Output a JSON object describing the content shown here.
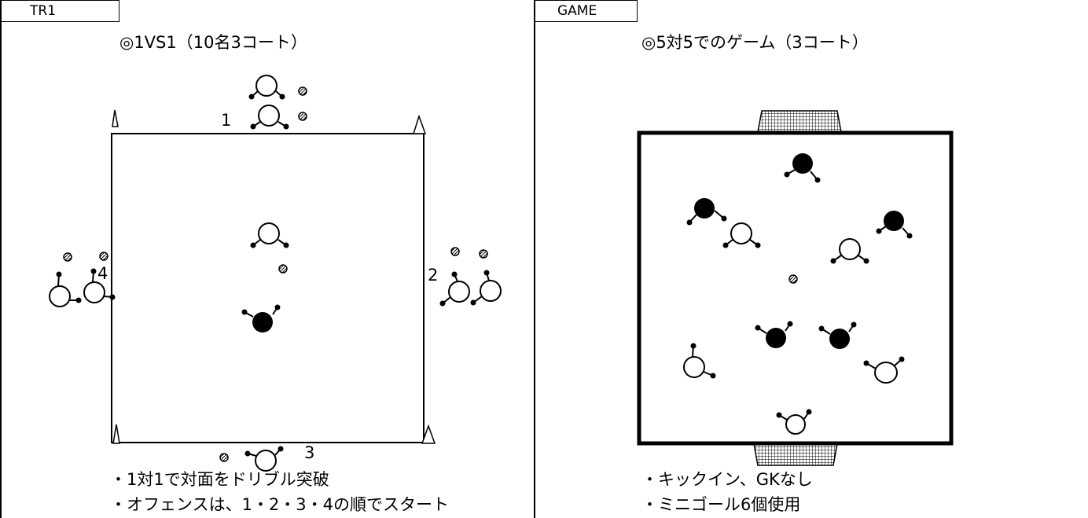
{
  "left": {
    "tab": "TR1",
    "title": "◎1VS1（10名3コート）",
    "numbers": [
      "1",
      "2",
      "3",
      "4"
    ],
    "notes": [
      "・1対1で対面をドリブル突破",
      "・オフェンスは、1・2・3・4の順でスタート"
    ]
  },
  "right": {
    "tab": "GAME",
    "title": "◎5対5でのゲーム（3コート）",
    "notes": [
      "・キックイン、GKなし",
      "・ミニゴール6個使用"
    ]
  }
}
